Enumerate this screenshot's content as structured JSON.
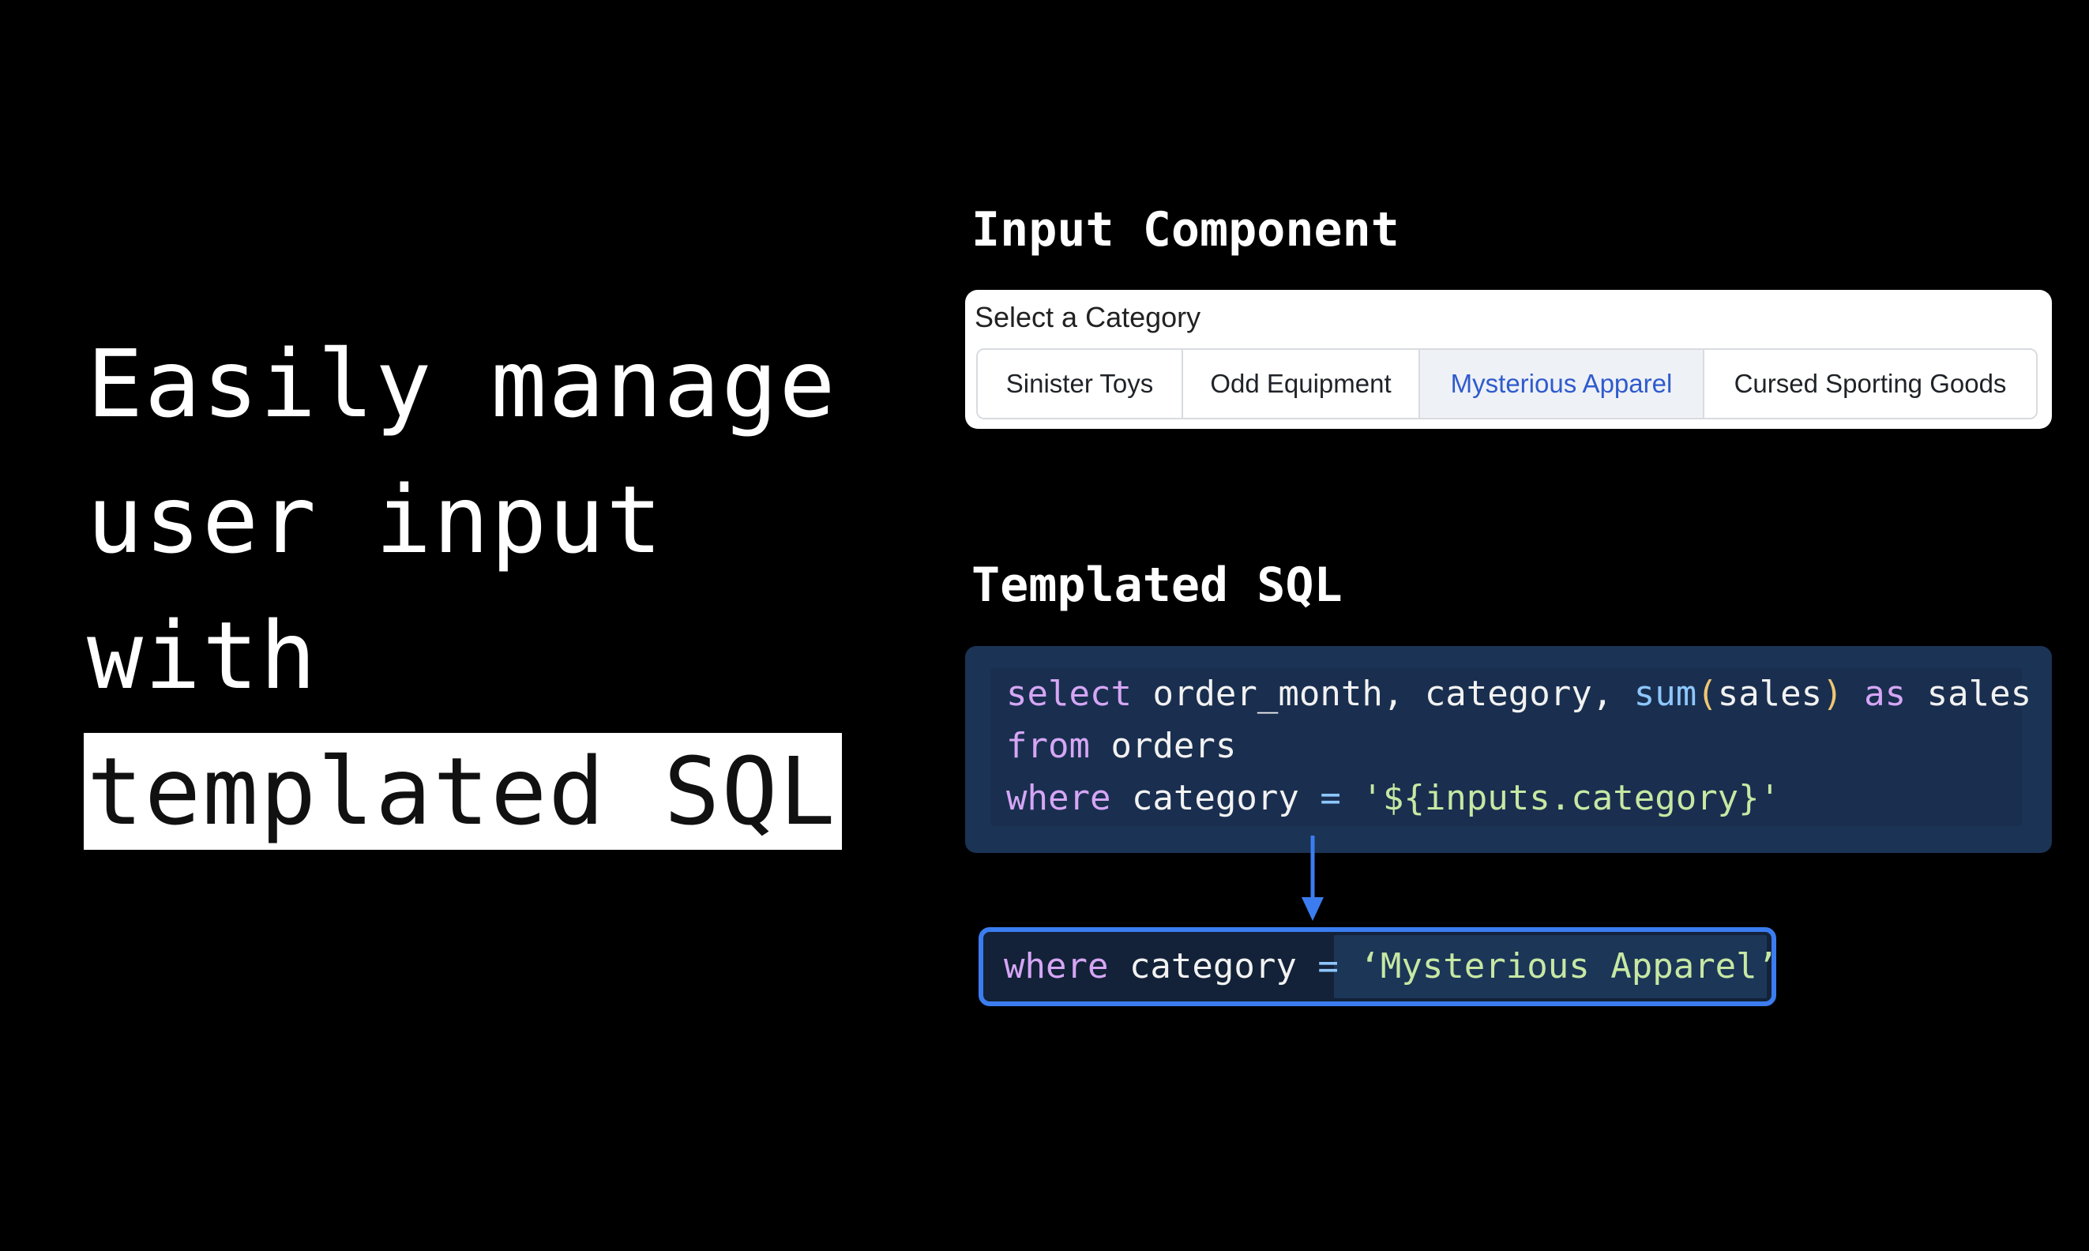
{
  "headline": {
    "line1": "Easily manage",
    "line2": "user input",
    "line3": "with",
    "line4_highlight": "templated SQL"
  },
  "input_section": {
    "label": "Input Component",
    "component_title": "Select a Category",
    "selected": "Mysterious Apparel",
    "options": [
      "Sinister Toys",
      "Odd Equipment",
      "Mysterious Apparel",
      "Cursed Sporting Goods"
    ]
  },
  "sql_section": {
    "label": "Templated SQL",
    "line1": {
      "kw_select": "select",
      "cols": " order_month, category, ",
      "fn_sum": "sum",
      "paren_open": "(",
      "arg": "sales",
      "paren_close": ")",
      "kw_as": " as",
      "alias": " sales"
    },
    "line2": {
      "kw_from": "from",
      "table": " orders"
    },
    "line3": {
      "kw_where": "where",
      "cond": " category ",
      "op": "=",
      "template": " '${inputs.category}'"
    }
  },
  "result": {
    "kw_where": "where",
    "cond": " category ",
    "op": "=",
    "value": " ‘Mysterious Apparel’"
  },
  "colors": {
    "background": "#000000",
    "accent_blue": "#3b7df0",
    "code_bg": "#1b3354",
    "keyword": "#d6a6f5",
    "function": "#8ec7ff",
    "string": "#c7e8a3",
    "selected_option": "#2f5bcc"
  },
  "icons": {
    "arrow": "arrow-down-icon"
  }
}
